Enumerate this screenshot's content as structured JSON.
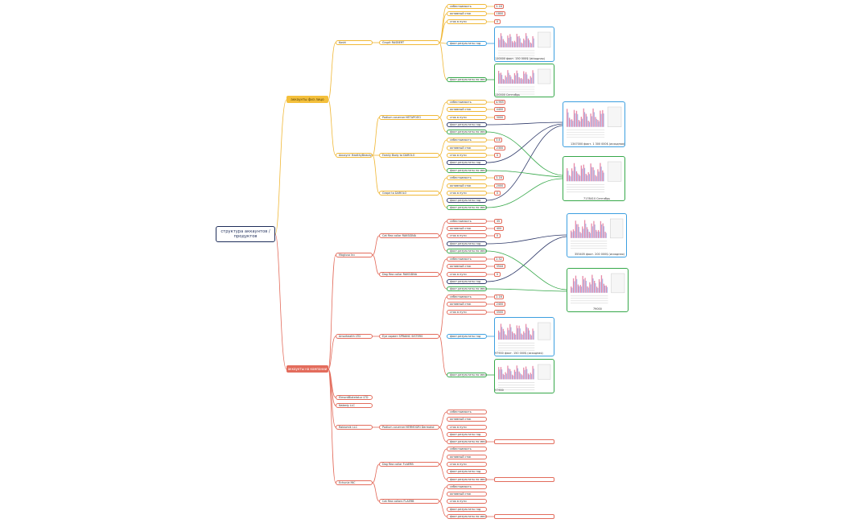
{
  "root": {
    "label": "структура аккаунтов / продуктов"
  },
  "categories": {
    "physical": {
      "label": "аккаунты физ лицо",
      "color": "#f4c03c"
    },
    "companies": {
      "label": "аккаунты на компании",
      "color": "#e36c5c"
    }
  },
  "accounts": {
    "phys1": "Koshi",
    "phys2": "Аккаунт HealthyBeauty",
    "c1": "Magluso Inc",
    "c2": "Amorhealth LTD",
    "c3": "ElmontBiotekstur LTD",
    "c4": "Nakedy LLC",
    "c5": "Rabiomik LLC",
    "c6": "Echunia INC"
  },
  "products": {
    "p1": "Grupit RASBERT",
    "p2": "Podium сочетан НЕТАРОЛО",
    "p3": "Family Body to DAROLO",
    "p4": "Grape to DAROLO",
    "p5": "Cat flea collar RAKSIDNA",
    "p6": "Dog flea collar RAKSIDNA",
    "p7": "Eye сорвет SPRAINC SISTERS",
    "p8": "Podium сочетан HERMOGRI Dermatol",
    "p9": "Dog flea collar FLAERB",
    "p10": "Cat flea collars FLAERB"
  },
  "metrics": {
    "sebest": "себестоимость",
    "active": "активный сток",
    "inway": "сток в пути",
    "fact_year": "факт.результаты год",
    "fact_month": "факт.результаты по месяцам"
  },
  "values": {
    "p1": [
      "2.16",
      "1800",
      "0"
    ],
    "p2": [
      "4.965",
      "4400",
      "3000"
    ],
    "p3": [
      "3.6",
      "2300",
      "0"
    ],
    "p4": [
      "3.16",
      "2000",
      "0"
    ],
    "p5": [
      "35",
      "400",
      "0"
    ],
    "p6": [
      "2.52",
      "3544",
      "0"
    ],
    "p7": [
      "2.16",
      "2400",
      "3500"
    ]
  },
  "captions": {
    "t1": "130000 факт. 150 000$ (исходная)",
    "t2": "130000 Сентябрь",
    "t3": "1347000 факт. 1 300 000$ (исходная)",
    "t4": "7178410 Сентябрь",
    "t5": "355405 факт. 200 000$ (исходная)",
    "t6": "79000",
    "t7": "97900 факт. 150 000$ (исходная)",
    "t8": "97900"
  },
  "colors": {
    "yellow": "#f0b838",
    "red": "#e36c5c",
    "blue": "#3c9fe0",
    "green": "#36a84a",
    "navy": "#1f2e5a"
  }
}
